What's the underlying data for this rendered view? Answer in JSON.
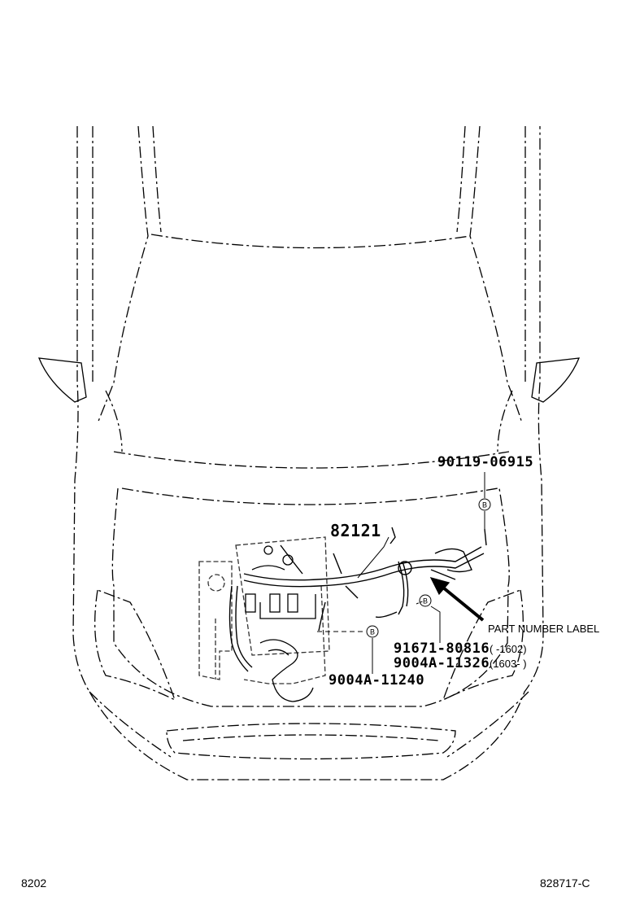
{
  "callouts": {
    "bolt_top": "90119-06915",
    "harness": "82121",
    "clamp_a": "91671-80816",
    "clamp_a_range": "(      -1602)",
    "clamp_b": "9004A-11326",
    "clamp_b_range": "(1603-      )",
    "bolt_bottom": "9004A-11240",
    "label_note": "PART NUMBER LABEL",
    "ref_marker": "B"
  },
  "footer": {
    "left_code": "8202",
    "right_code": "828717-C"
  },
  "colors": {
    "line": "#000000",
    "background": "#ffffff"
  }
}
